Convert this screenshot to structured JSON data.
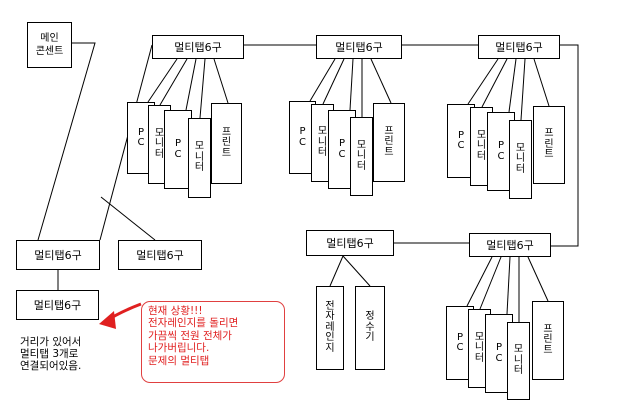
{
  "main_box": {
    "line1": "메인",
    "line2": "콘센트"
  },
  "multitap_label": "멀티탭6구",
  "devices": {
    "pc": "PC",
    "monitor": "모니터",
    "printer": "프린트",
    "microwave": "전자레인지",
    "purifier": "정수기"
  },
  "note": {
    "line1": "거리가 있어서",
    "line2": "멀티탭 3개로",
    "line3": "연결되어있음."
  },
  "callout": {
    "line1": "현재 상황!!!",
    "line2": "전자레인지를 돌리면",
    "line3": "가끔씩 전원 전체가",
    "line4": "나가버립니다.",
    "line5": "문제의 멀티탭"
  },
  "colors": {
    "line": "#000000",
    "alert": "#e02020"
  }
}
